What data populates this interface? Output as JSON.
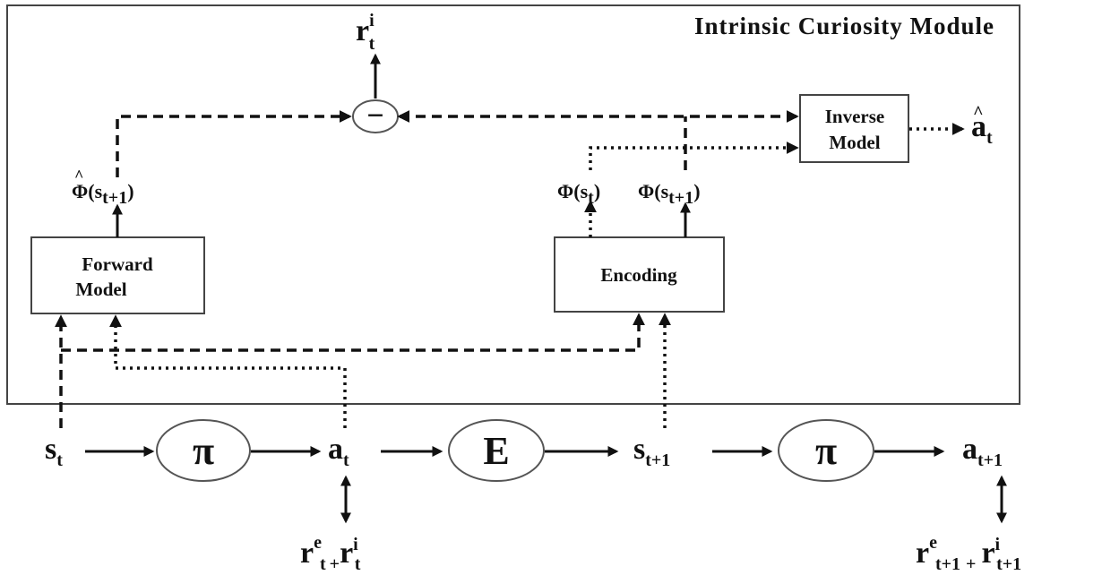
{
  "module": {
    "title": "Intrinsic Curiosity Module"
  },
  "forward_model": {
    "line1": "Forward",
    "line2": "Model"
  },
  "encoding": {
    "label": "Encoding"
  },
  "inverse_model": {
    "line1": "Inverse",
    "line2": "Model"
  },
  "minus": {
    "symbol": "−"
  },
  "labels": {
    "ri_top": {
      "base": "r",
      "sup": "i",
      "sub": "t"
    },
    "phi_hat": {
      "text": "Φ(s",
      "sub": "t+1",
      "close": ")"
    },
    "phi_st": {
      "text": "Φ(s",
      "sub": "t",
      "close": ")"
    },
    "phi_st1": {
      "text": "Φ(s",
      "sub": "t+1",
      "close": ")"
    },
    "a_hat": {
      "base": "a",
      "sub": "t"
    }
  },
  "chain": {
    "s_t": {
      "base": "s",
      "sub": "t"
    },
    "pi1": "π",
    "a_t": {
      "base": "a",
      "sub": "t"
    },
    "env": "E",
    "s_t1": {
      "base": "s",
      "sub": "t+1"
    },
    "pi2": "π",
    "a_t1": {
      "base": "a",
      "sub": "t+1"
    }
  },
  "rewards": {
    "r_t": {
      "e": "e",
      "t1": "t",
      "plus": "+",
      "r2": "r",
      "i": "i",
      "t2": "t"
    },
    "r_t1": {
      "e": "e",
      "t1": "t+1",
      "plus": "+",
      "r2": "r",
      "i": "i",
      "t2": "t+1"
    }
  }
}
